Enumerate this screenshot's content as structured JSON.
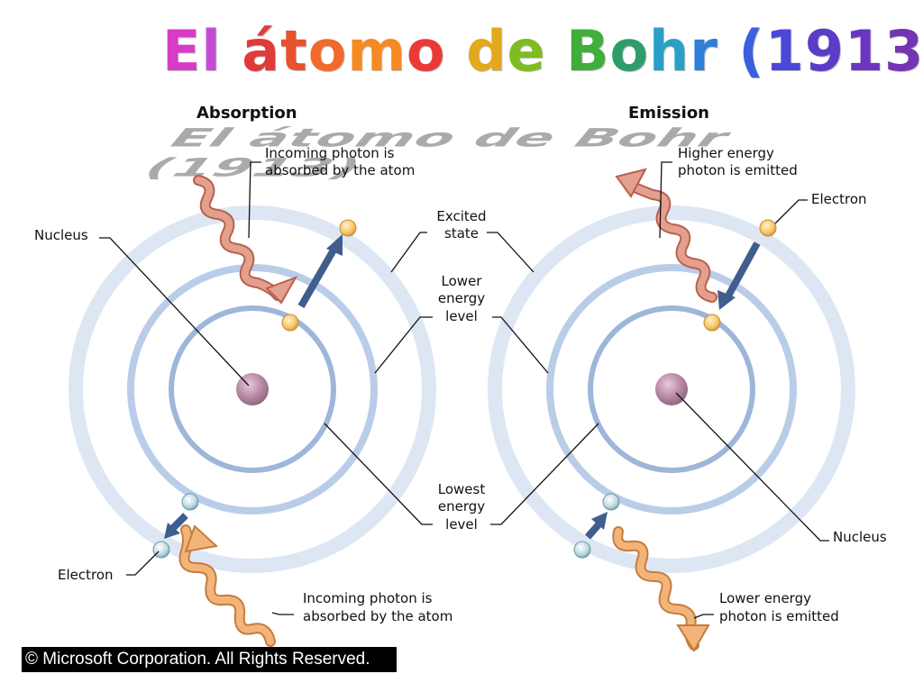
{
  "title": "El átomo de Bohr (1913)",
  "title_colors": [
    "#d63cc8",
    "#c54bd6",
    "#e13a3a",
    "#e8512e",
    "#f06a2a",
    "#f58a23",
    "#ea3a36",
    "#e2a91c",
    "#7fbc22",
    "#3fae3a",
    "#2f9d6a",
    "#2aa0c8",
    "#2f7ed8",
    "#3a5fe0",
    "#4a48d8",
    "#5b3cc8",
    "#6a36c0",
    "#7434b4",
    "#7a2ec0",
    "#8a2ab8",
    "#5a3bd0",
    "#6f35c8",
    "#7c2fbe"
  ],
  "absorption": {
    "heading": "Absorption",
    "labels": {
      "incoming_top_1": "Incoming photon is",
      "incoming_top_2": "absorbed by the atom",
      "nucleus": "Nucleus",
      "electron": "Electron",
      "incoming_bottom_1": "Incoming photon is",
      "incoming_bottom_2": "absorbed by the atom"
    }
  },
  "middle": {
    "excited_1": "Excited",
    "excited_2": "state",
    "lower_1": "Lower",
    "lower_2": "energy",
    "lower_3": "level",
    "lowest_1": "Lowest",
    "lowest_2": "energy",
    "lowest_3": "level"
  },
  "emission": {
    "heading": "Emission",
    "labels": {
      "higher_1": "Higher energy",
      "higher_2": "photon is emitted",
      "electron": "Electron",
      "nucleus": "Nucleus",
      "lower_1": "Lower energy",
      "lower_2": "photon is emitted"
    }
  },
  "copyright": "© Microsoft Corporation. All Rights Reserved.",
  "colors": {
    "orbit_inner": "#9fb8dc",
    "orbit_mid": "#b7cce8",
    "orbit_outer": "#dbe6f4",
    "nucleus": "#b98aa5",
    "electron_excited": "#f5c46a",
    "electron_ground": "#bcd8e0",
    "photon": "#e0917f",
    "photon_low": "#f2b477",
    "arrow": "#3f5e8e"
  }
}
